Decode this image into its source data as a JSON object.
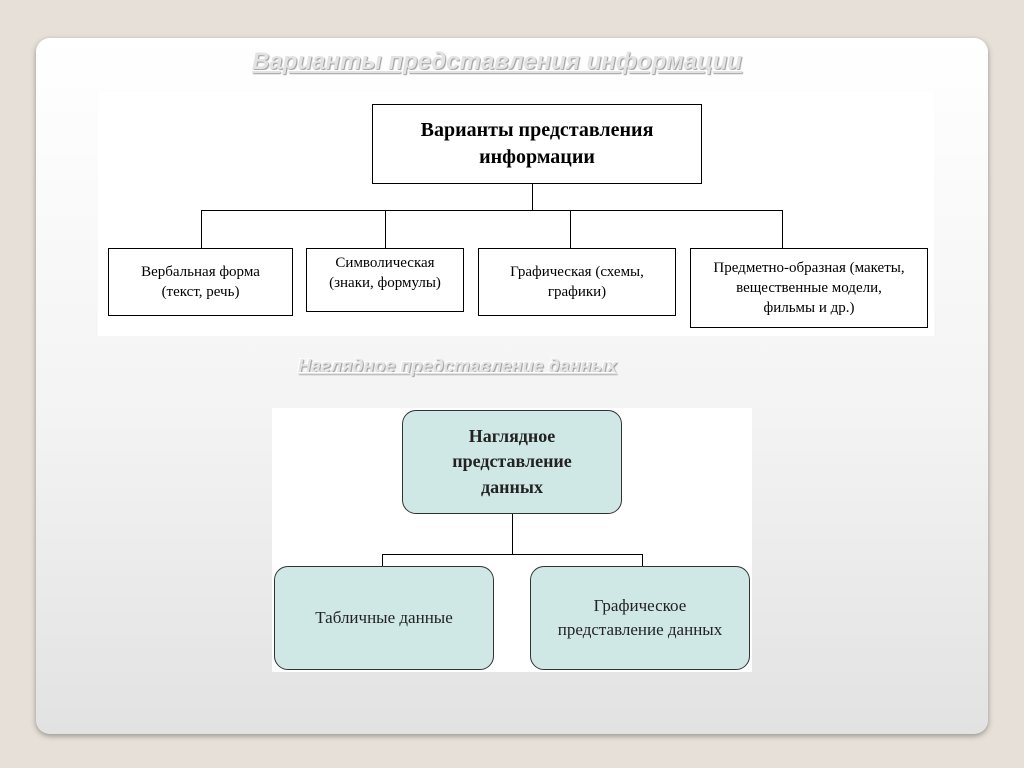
{
  "slide": {
    "title": "Варианты представления информации",
    "subtitle": "Наглядное представление данных"
  },
  "diagram1": {
    "root": "Варианты представления информации",
    "children": [
      "Вербальная форма (текст, речь)",
      "Символическая (знаки, формулы)",
      "Графическая (схемы, графики)",
      "Предметно-образная (макеты, вещественные модели, фильмы и др.)"
    ]
  },
  "diagram2": {
    "root": "Наглядное представление данных",
    "children": [
      "Табличные данные",
      "Графическое представление данных"
    ]
  }
}
